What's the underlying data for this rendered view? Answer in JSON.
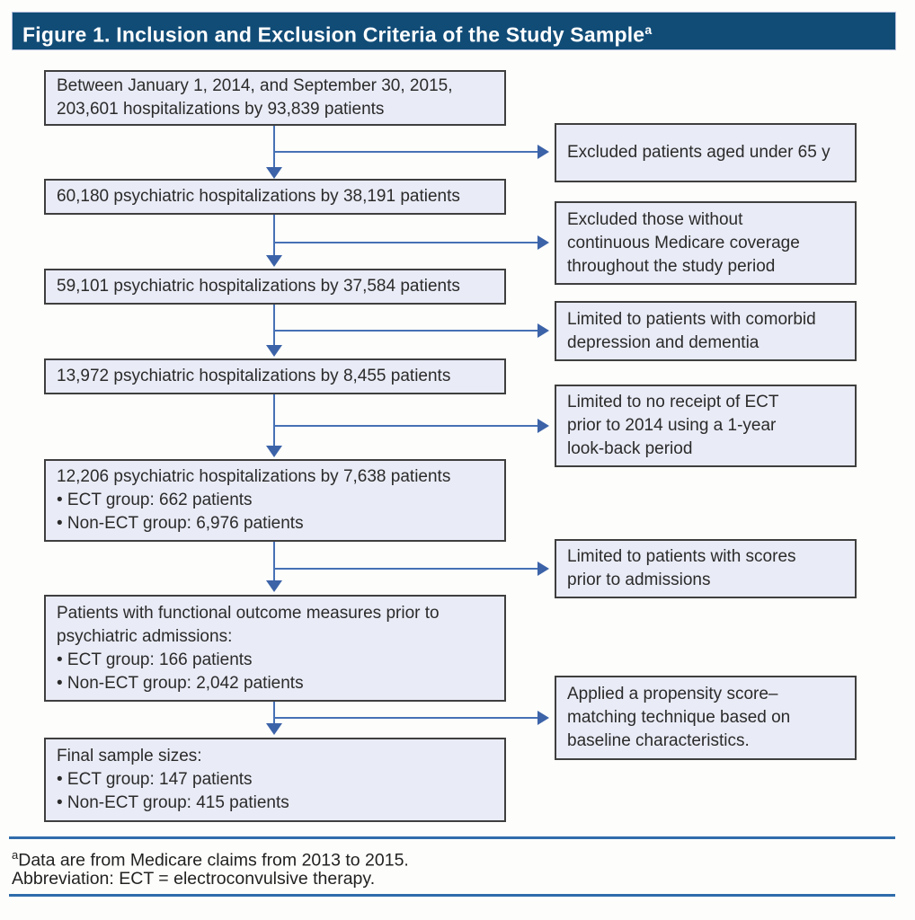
{
  "figure": {
    "title": "Figure 1. Inclusion and Exclusion Criteria of the Study Sample",
    "title_superscript": "a"
  },
  "flow": {
    "main_boxes": [
      {
        "lines": [
          "Between January 1, 2014, and September 30, 2015,",
          "203,601 hospitalizations by 93,839 patients"
        ]
      },
      {
        "lines": [
          "60,180 psychiatric hospitalizations by 38,191 patients"
        ]
      },
      {
        "lines": [
          "59,101 psychiatric hospitalizations by 37,584 patients"
        ]
      },
      {
        "lines": [
          "13,972 psychiatric hospitalizations by 8,455 patients"
        ]
      },
      {
        "lines": [
          "12,206 psychiatric hospitalizations by 7,638 patients",
          "• ECT group: 662 patients",
          "• Non-ECT group: 6,976 patients"
        ]
      },
      {
        "lines": [
          "Patients with functional outcome measures prior to",
          "psychiatric admissions:",
          "• ECT group: 166 patients",
          "• Non-ECT group: 2,042 patients"
        ]
      },
      {
        "lines": [
          "Final sample sizes:",
          "• ECT group: 147 patients",
          "• Non-ECT group: 415 patients"
        ]
      }
    ],
    "side_boxes": [
      {
        "lines": [
          "Excluded patients aged under 65 y"
        ]
      },
      {
        "lines": [
          "Excluded those without",
          "continuous Medicare coverage",
          "throughout the study period"
        ]
      },
      {
        "lines": [
          "Limited to patients with comorbid",
          "depression and dementia"
        ]
      },
      {
        "lines": [
          "Limited to no receipt of ECT",
          "prior to 2014 using a 1-year",
          "look-back period"
        ]
      },
      {
        "lines": [
          "Limited to patients with scores",
          "prior to admissions"
        ]
      },
      {
        "lines": [
          "Applied a propensity score–",
          "matching technique based on",
          "baseline characteristics."
        ]
      }
    ]
  },
  "footnotes": {
    "superscript": "a",
    "line1": "Data are from Medicare claims from 2013 to 2015.",
    "line2": "Abbreviation: ECT = electroconvulsive therapy."
  },
  "colors": {
    "header_background": "#114c77",
    "header_text": "#ffffff",
    "box_fill": "#e9ebf6",
    "box_border": "#3f3f3f",
    "arrow": "#4671b5",
    "footnote_rule": "#2f6cab"
  }
}
